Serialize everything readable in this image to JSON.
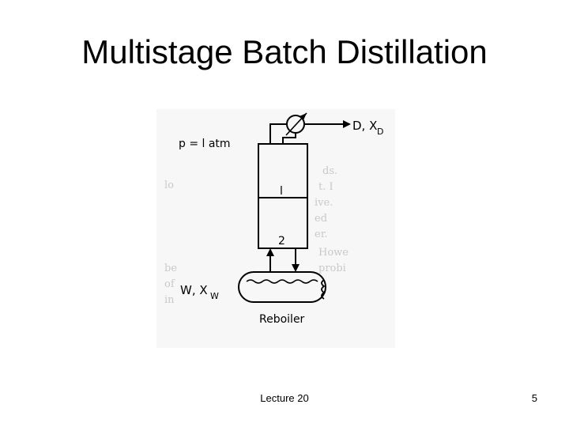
{
  "slide": {
    "title": "Multistage Batch Distillation",
    "footer": "Lecture 20",
    "page_number": "5"
  },
  "diagram": {
    "pressure_label": "p = l atm",
    "distillate_label": "D, X",
    "distillate_subscript": "D",
    "stage1_label": "l",
    "stage2_label": "2",
    "bottoms_label": "W, X",
    "bottoms_subscript": "W",
    "reboiler_label": "Reboiler"
  }
}
